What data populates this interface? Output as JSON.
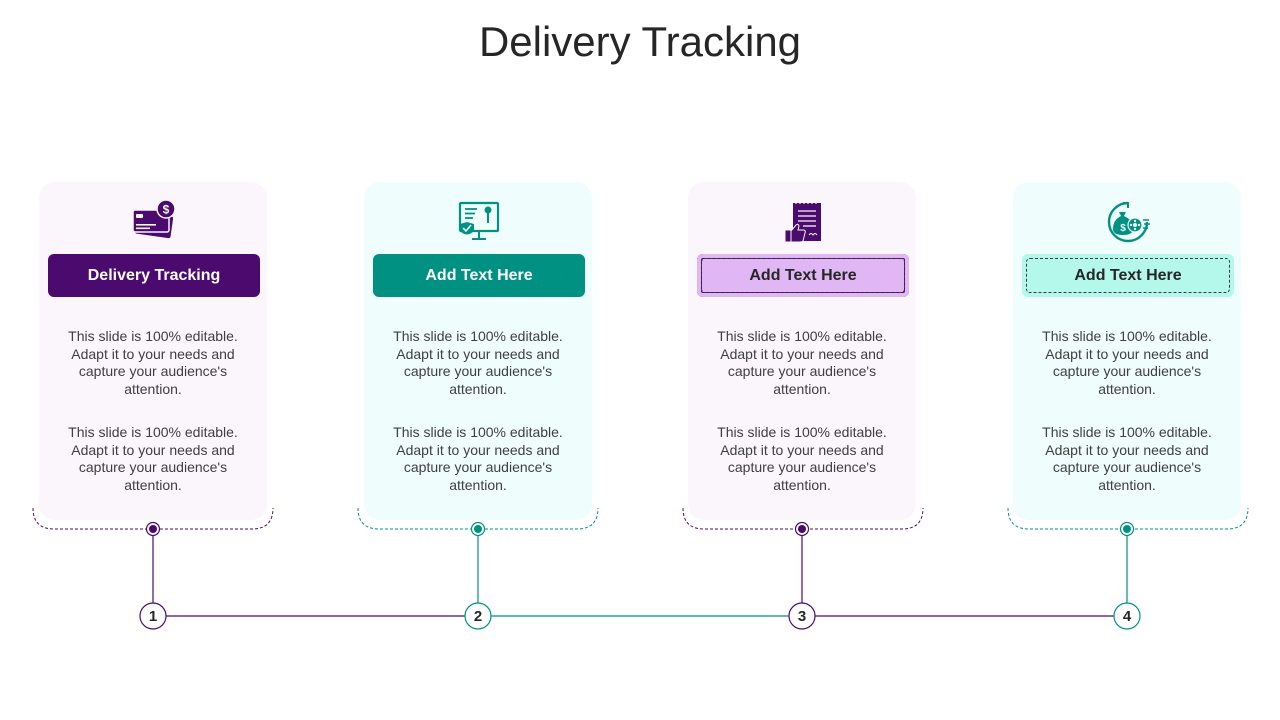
{
  "title": "Delivery Tracking",
  "colors": {
    "purple": "#4b0a6e",
    "teal": "#009182",
    "light_purple": "#e0b6f4",
    "light_teal": "#b4f8ec"
  },
  "steps": [
    {
      "number": "1",
      "label": "Delivery Tracking",
      "icon": "credit-card-dollar-icon",
      "text1": "This slide is 100% editable. Adapt it to your needs and capture your audience's attention.",
      "text2": "This slide is 100% editable. Adapt it to your needs and capture your audience's attention."
    },
    {
      "number": "2",
      "label": "Add Text Here",
      "icon": "presentation-board-check-icon",
      "text1": "This slide is 100% editable. Adapt it to your needs and capture your audience's attention.",
      "text2": "This slide is 100% editable. Adapt it to your needs and capture your audience's attention."
    },
    {
      "number": "3",
      "label": "Add  Text Here",
      "icon": "document-thumbs-up-icon",
      "text1": "This slide is 100% editable. Adapt it to your needs and capture your audience's attention.",
      "text2": "This slide is 100% editable. Adapt it to your needs and capture your audience's attention."
    },
    {
      "number": "4",
      "label": "Add Text Here",
      "icon": "money-bag-cycle-icon",
      "text1": "This slide is 100% editable. Adapt it to your needs and capture your audience's attention.",
      "text2": "This slide is 100% editable. Adapt it to your needs and capture your audience's attention."
    }
  ]
}
